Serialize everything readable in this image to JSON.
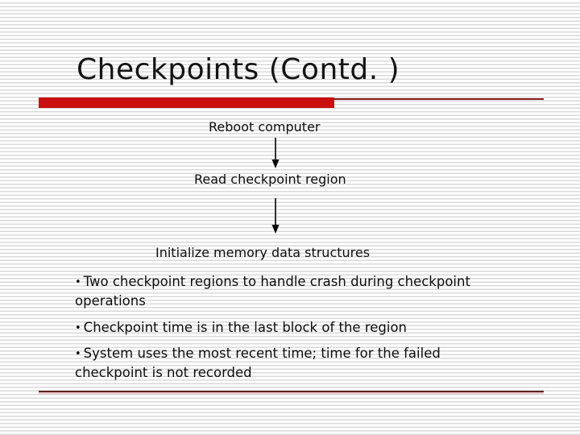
{
  "slide": {
    "title": "Checkpoints (Contd. )",
    "flow": {
      "steps": [
        {
          "label": "Reboot computer"
        },
        {
          "label": "Read checkpoint region"
        },
        {
          "label": "Initialize memory data structures"
        }
      ]
    },
    "bullets": {
      "glyph": "•",
      "items": [
        {
          "text": "Two checkpoint regions to handle crash during checkpoint operations"
        },
        {
          "text": "Checkpoint time is in the last block of the region"
        },
        {
          "text": "System uses the most recent time; time for the failed checkpoint is not recorded"
        }
      ]
    },
    "colors": {
      "accent_red_bar": "#c90f0f",
      "title_rule_red": "#8c1a1a",
      "footer_rule_dark": "#5c2424",
      "footer_rule_pink": "#eec6c6",
      "stripe_gray": "#d9d9d9",
      "text_color": "#0d0d0d"
    }
  }
}
